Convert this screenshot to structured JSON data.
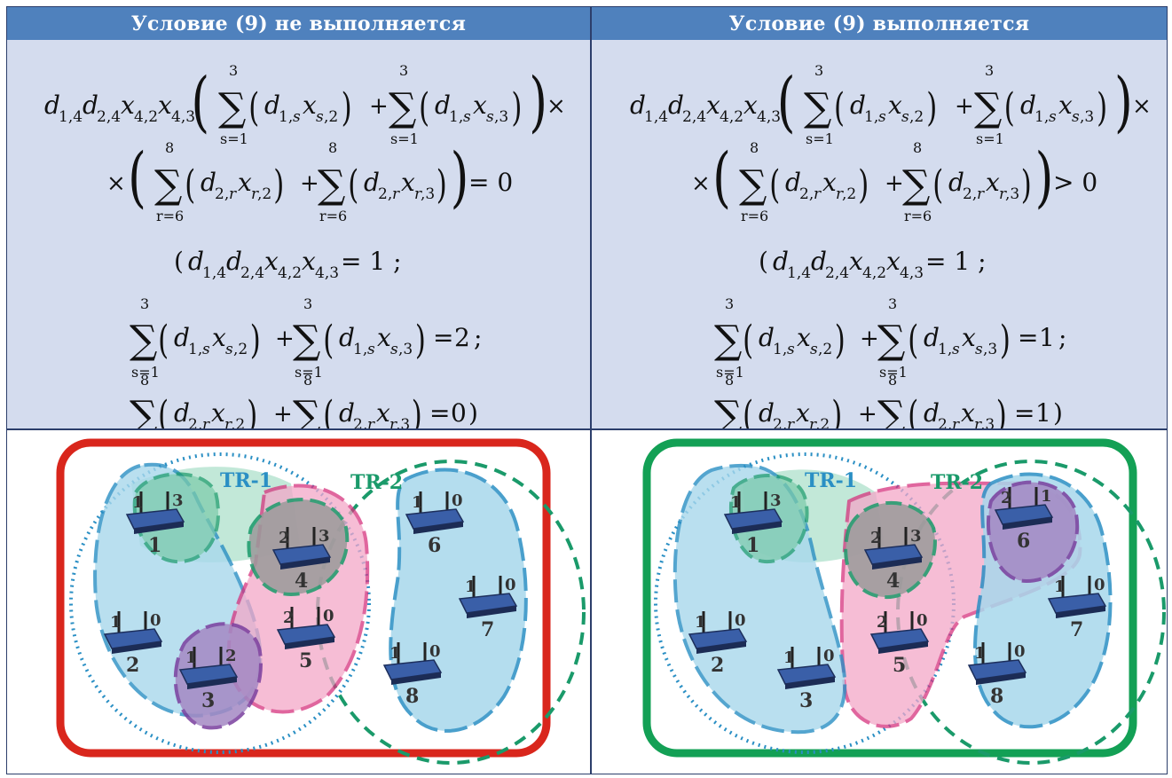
{
  "headers": {
    "left": "Условие (9) не выполняется",
    "right": "Условие (9) выполняется"
  },
  "formulas": {
    "left": {
      "line2_rel": "= 0",
      "sum1_val": "2",
      "sum2_val": "0"
    },
    "right": {
      "line2_rel": "> 0",
      "sum1_val": "1",
      "sum2_val": "1"
    }
  },
  "diagram_labels": {
    "tr1": "TR-1",
    "tr2": "TR-2"
  },
  "left_nodes": [
    {
      "id": "1",
      "a": "1",
      "b": "3"
    },
    {
      "id": "2",
      "a": "1",
      "b": "0"
    },
    {
      "id": "3",
      "a": "1",
      "b": "2"
    },
    {
      "id": "4",
      "a": "2",
      "b": "3"
    },
    {
      "id": "5",
      "a": "2",
      "b": "0"
    },
    {
      "id": "6",
      "a": "1",
      "b": "0"
    },
    {
      "id": "7",
      "a": "1",
      "b": "0"
    },
    {
      "id": "8",
      "a": "1",
      "b": "0"
    }
  ],
  "right_nodes": [
    {
      "id": "1",
      "a": "1",
      "b": "3"
    },
    {
      "id": "2",
      "a": "1",
      "b": "0"
    },
    {
      "id": "3",
      "a": "1",
      "b": "0"
    },
    {
      "id": "4",
      "a": "2",
      "b": "3"
    },
    {
      "id": "5",
      "a": "2",
      "b": "0"
    },
    {
      "id": "6",
      "a": "2",
      "b": "1"
    },
    {
      "id": "7",
      "a": "1",
      "b": "0"
    },
    {
      "id": "8",
      "a": "1",
      "b": "0"
    }
  ],
  "colors": {
    "header_bg": "#4f81bd",
    "formula_bg": "#d4dcee",
    "frame_bad": "#d9261c",
    "frame_good": "#13a055",
    "tr1": "#2a8fc4",
    "tr2": "#1a9a6a",
    "pink": "#d6337e",
    "purple": "#7a3f9e"
  }
}
